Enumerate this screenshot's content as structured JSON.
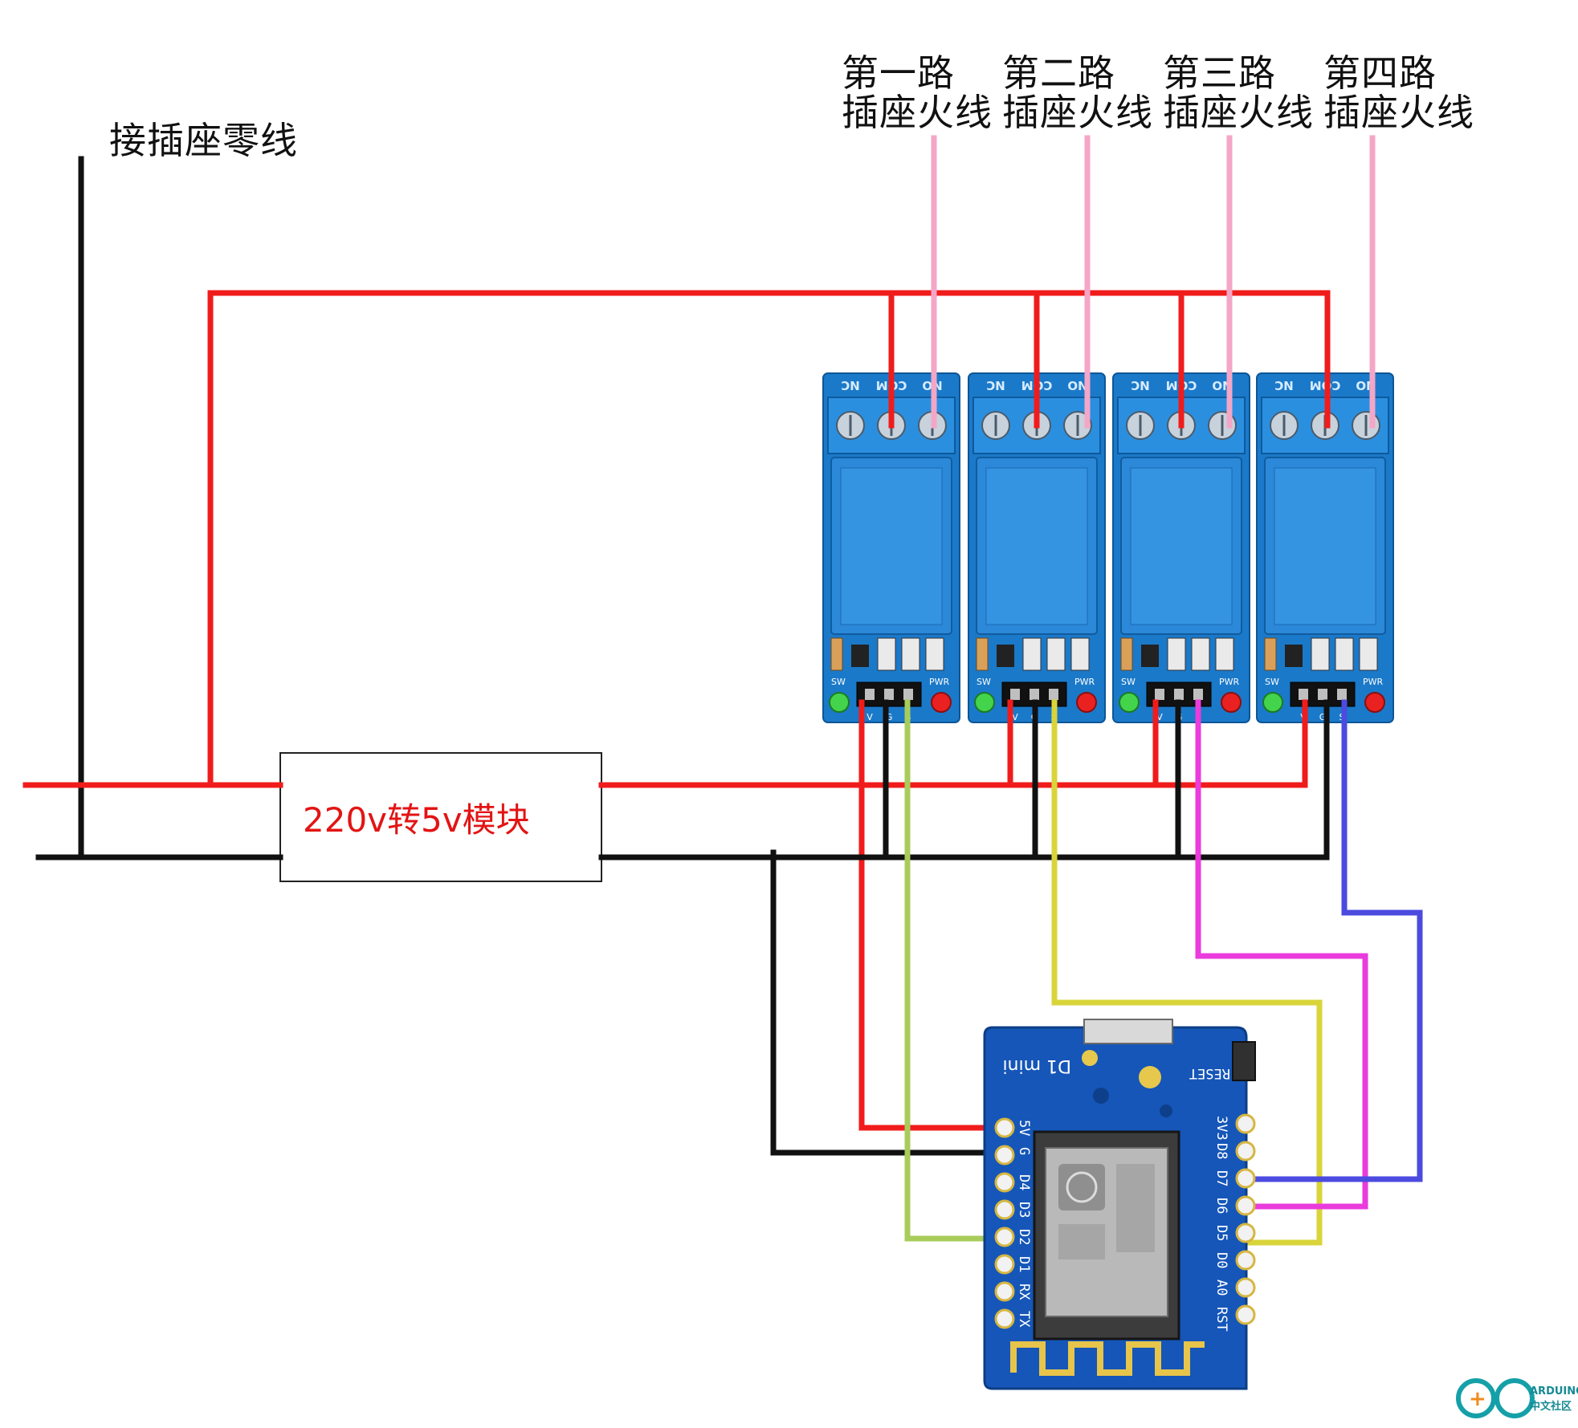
{
  "labels": {
    "neutral": "接插座零线",
    "converter": "220v转5v模块",
    "channels": [
      {
        "line1": "第一路",
        "line2": "插座火线"
      },
      {
        "line1": "第二路",
        "line2": "插座火线"
      },
      {
        "line1": "第三路",
        "line2": "插座火线"
      },
      {
        "line1": "第四路",
        "line2": "插座火线"
      }
    ]
  },
  "relay": {
    "terminals": [
      "NC",
      "COM",
      "NO"
    ],
    "headers": [
      "V",
      "G",
      "S"
    ],
    "led_labels": [
      "SW",
      "PWR"
    ]
  },
  "board": {
    "name": "D1 mini",
    "reset": "RESET",
    "left_pins": [
      "5V",
      "G",
      "D4",
      "D3",
      "D2",
      "D1",
      "RX",
      "TX"
    ],
    "right_pins": [
      "3V3",
      "D8",
      "D7",
      "D6",
      "D5",
      "D0",
      "A0",
      "RST"
    ]
  },
  "logo": {
    "line1": "ARDUINO",
    "line2": "中文社区"
  },
  "wire_colors": {
    "live": "#f01c1c",
    "neutral": "#111111",
    "load": "#f4a6c6",
    "relay1_signal": "#a8cc5a",
    "relay2_signal": "#d9d43a",
    "relay3_signal": "#ea3bdc",
    "relay4_signal": "#4b4be0"
  }
}
